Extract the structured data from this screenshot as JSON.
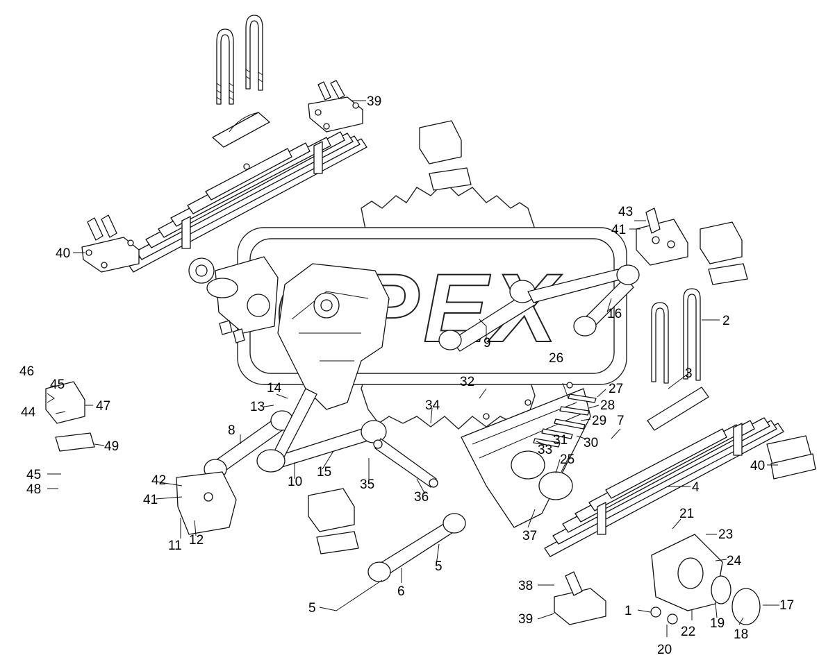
{
  "watermark": {
    "text": "OPEX"
  },
  "callouts": [
    {
      "id": "c1",
      "label": "1"
    },
    {
      "id": "c2",
      "label": "2"
    },
    {
      "id": "c3",
      "label": "3"
    },
    {
      "id": "c4",
      "label": "4"
    },
    {
      "id": "c5a",
      "label": "5"
    },
    {
      "id": "c5b",
      "label": "5"
    },
    {
      "id": "c6",
      "label": "6"
    },
    {
      "id": "c7",
      "label": "7"
    },
    {
      "id": "c8",
      "label": "8"
    },
    {
      "id": "c9",
      "label": "9"
    },
    {
      "id": "c10",
      "label": "10"
    },
    {
      "id": "c11",
      "label": "11"
    },
    {
      "id": "c12",
      "label": "12"
    },
    {
      "id": "c13",
      "label": "13"
    },
    {
      "id": "c14",
      "label": "14"
    },
    {
      "id": "c15",
      "label": "15"
    },
    {
      "id": "c16",
      "label": "16"
    },
    {
      "id": "c17",
      "label": "17"
    },
    {
      "id": "c18",
      "label": "18"
    },
    {
      "id": "c19",
      "label": "19"
    },
    {
      "id": "c20",
      "label": "20"
    },
    {
      "id": "c21",
      "label": "21"
    },
    {
      "id": "c22",
      "label": "22"
    },
    {
      "id": "c23",
      "label": "23"
    },
    {
      "id": "c24",
      "label": "24"
    },
    {
      "id": "c25",
      "label": "25"
    },
    {
      "id": "c26",
      "label": "26"
    },
    {
      "id": "c27",
      "label": "27"
    },
    {
      "id": "c28",
      "label": "28"
    },
    {
      "id": "c29",
      "label": "29"
    },
    {
      "id": "c30",
      "label": "30"
    },
    {
      "id": "c31",
      "label": "31"
    },
    {
      "id": "c32",
      "label": "32"
    },
    {
      "id": "c33",
      "label": "33"
    },
    {
      "id": "c34",
      "label": "34"
    },
    {
      "id": "c35",
      "label": "35"
    },
    {
      "id": "c36",
      "label": "36"
    },
    {
      "id": "c37",
      "label": "37"
    },
    {
      "id": "c38",
      "label": "38"
    },
    {
      "id": "c39a",
      "label": "39"
    },
    {
      "id": "c39b",
      "label": "39"
    },
    {
      "id": "c40a",
      "label": "40"
    },
    {
      "id": "c40b",
      "label": "40"
    },
    {
      "id": "c41a",
      "label": "41"
    },
    {
      "id": "c41b",
      "label": "41"
    },
    {
      "id": "c42",
      "label": "42"
    },
    {
      "id": "c43",
      "label": "43"
    },
    {
      "id": "c44",
      "label": "44"
    },
    {
      "id": "c45a",
      "label": "45"
    },
    {
      "id": "c45b",
      "label": "45"
    },
    {
      "id": "c46",
      "label": "46"
    },
    {
      "id": "c47",
      "label": "47"
    },
    {
      "id": "c48",
      "label": "48"
    },
    {
      "id": "c49",
      "label": "49"
    }
  ]
}
